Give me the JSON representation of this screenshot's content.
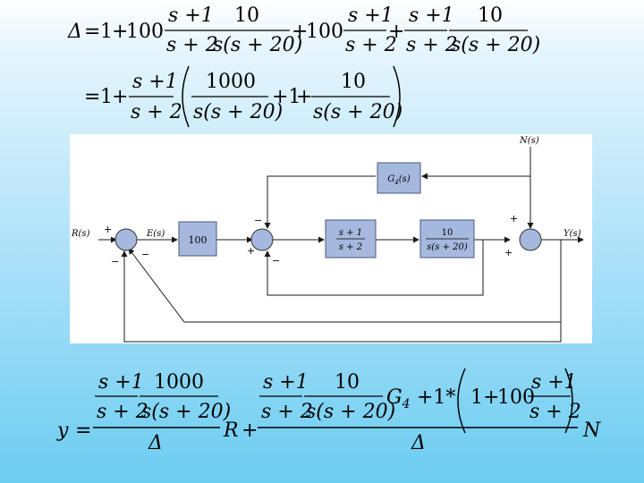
{
  "equation_delta": {
    "line1": {
      "lhs": "Δ",
      "eq": "=",
      "one": "1",
      "plus": "+",
      "k100": "100",
      "num_s1": "s +1",
      "den_s2": "s + 2",
      "num_10": "10",
      "den_ss20": "s(s + 20)",
      "k100b": "100",
      "num_s1b": "s +1",
      "den_s2b": "s + 2",
      "num_s1c": "s +1",
      "den_s2c": "s + 2",
      "num_10b": "10",
      "den_ss20b": "s(s + 20)"
    },
    "line2": {
      "eq": "=",
      "one": "1",
      "plus": "+",
      "num_s1": "s +1",
      "den_s2": "s + 2",
      "num_1000": "1000",
      "den_ss20": "s(s + 20)",
      "plus_one": "+1",
      "num_10": "10",
      "den_ss20b": "s(s + 20)"
    }
  },
  "block_diagram": {
    "signals": {
      "R": "R(s)",
      "E": "E(s)",
      "Y": "Y(s)",
      "N": "N(s)"
    },
    "blocks": {
      "gain": "100",
      "g4": "G",
      "g4_sub": "4",
      "g4_arg": "(s)",
      "lead_num": "s + 1",
      "lead_den": "s + 2",
      "plant_num": "10",
      "plant_den": "s(s + 20)"
    },
    "signs": {
      "sum1_plus": "+",
      "sum1_minus": "−",
      "sum1_minus_b": "−",
      "sum2_minus": "−",
      "sum2_plus": "+",
      "sum2_minus_b": "−",
      "sum3_plus_top": "+",
      "sum3_plus_left": "+"
    }
  },
  "equation_y": {
    "lhs": "y",
    "eq": "=",
    "num_s1": "s +1",
    "den_s2": "s + 2",
    "num_1000": "1000",
    "den_ss20": "s(s + 20)",
    "delta1": "Δ",
    "R": "R",
    "plus": "+",
    "num_s1b": "s +1",
    "den_s2b": "s + 2",
    "num_10": "10",
    "den_ss20b": "s(s + 20)",
    "G": "G",
    "G_sub": "4",
    "plus1_star": "+1*",
    "one_plus": "1",
    "plus_b": "+",
    "k100": "100",
    "num_s1c": "s +1",
    "den_s2c": "s + 2",
    "delta2": "Δ",
    "N": "N"
  }
}
